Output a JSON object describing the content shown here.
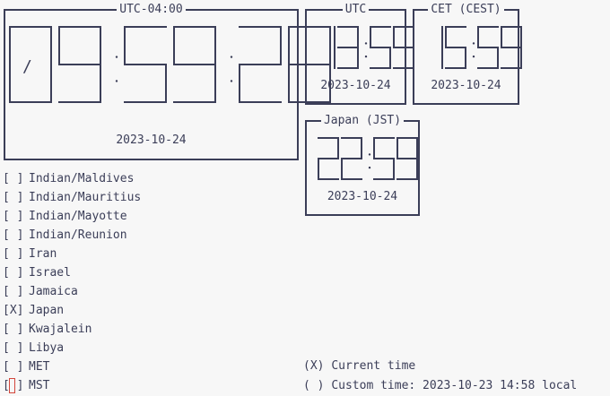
{
  "colors": {
    "foreground": "#3b3e58",
    "background": "#f7f7f7",
    "cursor": "#d3463c"
  },
  "clocks": {
    "main": {
      "title": "UTC-04:00",
      "time": "09:59:28",
      "spinner": "/",
      "date": "2023-10-24"
    },
    "utc": {
      "title": "UTC",
      "time": "13:59",
      "date": "2023-10-24"
    },
    "cet": {
      "title": "CET (CEST)",
      "time": "15:59",
      "date": "2023-10-24"
    },
    "japan": {
      "title": "Japan (JST)",
      "time": "22:59",
      "date": "2023-10-24"
    }
  },
  "timezone_list": [
    {
      "checkbox": "[ ]",
      "label": "Indian/Maldives"
    },
    {
      "checkbox": "[ ]",
      "label": "Indian/Mauritius"
    },
    {
      "checkbox": "[ ]",
      "label": "Indian/Mayotte"
    },
    {
      "checkbox": "[ ]",
      "label": "Indian/Reunion"
    },
    {
      "checkbox": "[ ]",
      "label": "Iran"
    },
    {
      "checkbox": "[ ]",
      "label": "Israel"
    },
    {
      "checkbox": "[ ]",
      "label": "Jamaica"
    },
    {
      "checkbox": "[X]",
      "label": "Japan"
    },
    {
      "checkbox": "[ ]",
      "label": "Kwajalein"
    },
    {
      "checkbox": "[ ]",
      "label": "Libya"
    },
    {
      "checkbox": "[ ]",
      "label": "MET"
    },
    {
      "checkbox": "[ ]",
      "label": "MST"
    }
  ],
  "time_mode": {
    "current": {
      "radio": "(X)",
      "label": "Current time"
    },
    "custom": {
      "radio": "( )",
      "label": "Custom time: 2023-10-23 14:58 local"
    }
  }
}
